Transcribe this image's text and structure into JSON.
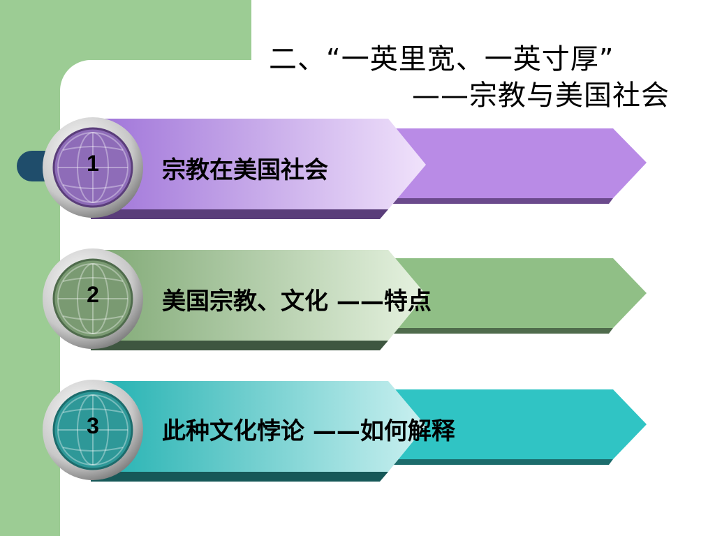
{
  "slide": {
    "title_line1": "二、“一英里宽、一英寸厚”",
    "title_line2": "——宗教与美国社会"
  },
  "items": [
    {
      "number": "1",
      "label": "宗教在美国社会",
      "theme": "purple",
      "colors": {
        "main": "#c18ee8",
        "light": "#efdcfb",
        "dark": "#6b4a8c",
        "back": "#9474c4",
        "globe": "#8e6cb8"
      }
    },
    {
      "number": "2",
      "label": "美国宗教、文化 ——特点",
      "theme": "green",
      "colors": {
        "main": "#9ccc94",
        "light": "#e2f0dc",
        "dark": "#4f6b4c",
        "back": "#6d8e68",
        "globe": "#7a9a72"
      }
    },
    {
      "number": "3",
      "label": "此种文化悖论 ——如何解释",
      "theme": "teal",
      "colors": {
        "main": "#34c6c6",
        "light": "#c6eeee",
        "dark": "#1c6c6c",
        "back": "#2a8c8c",
        "globe": "#2e9898"
      }
    }
  ]
}
